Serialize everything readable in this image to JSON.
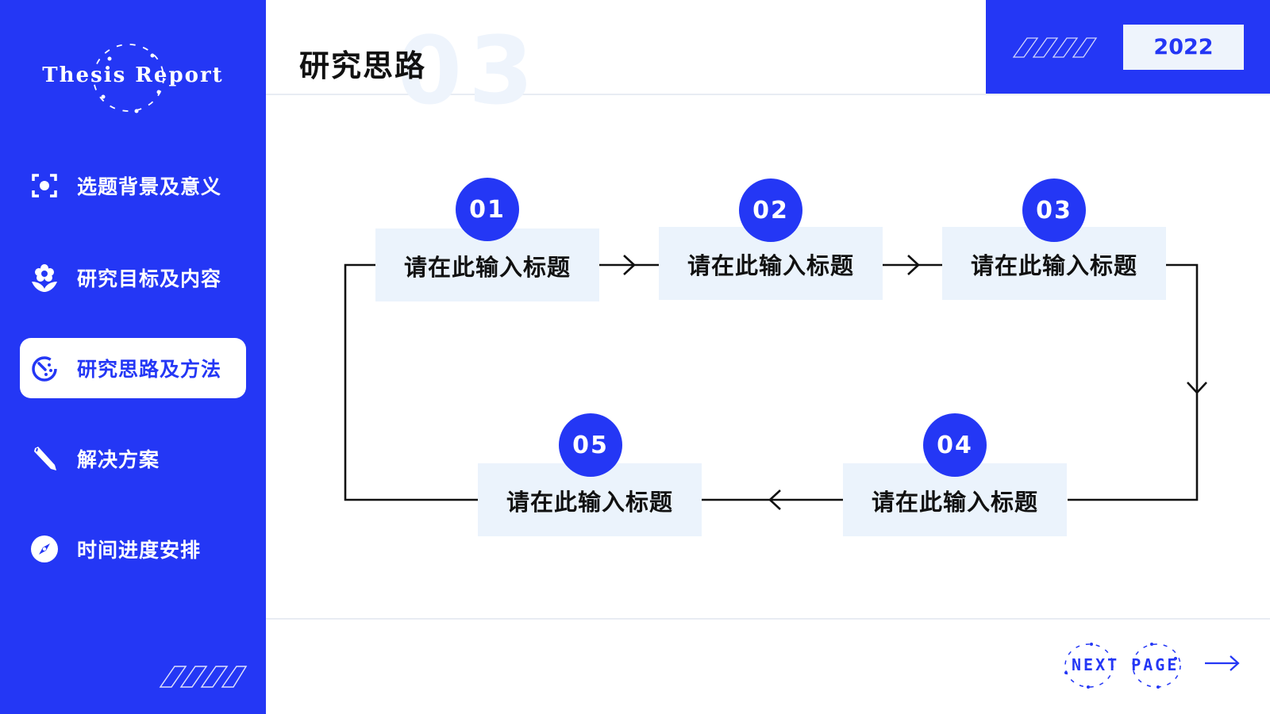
{
  "sidebar": {
    "logo_text": "Thesis Report",
    "items": [
      {
        "label": "选题背景及意义",
        "icon": "focus-icon"
      },
      {
        "label": "研究目标及内容",
        "icon": "flower-icon"
      },
      {
        "label": "研究思路及方法",
        "icon": "timer-icon",
        "active": true
      },
      {
        "label": "解决方案",
        "icon": "pencil-icon"
      },
      {
        "label": "时间进度安排",
        "icon": "compass-icon"
      }
    ]
  },
  "header": {
    "title": "研究思路",
    "background_number": "03",
    "year": "2022"
  },
  "flow": {
    "steps": [
      {
        "number": "01",
        "label": "请在此输入标题"
      },
      {
        "number": "02",
        "label": "请在此输入标题"
      },
      {
        "number": "03",
        "label": "请在此输入标题"
      },
      {
        "number": "04",
        "label": "请在此输入标题"
      },
      {
        "number": "05",
        "label": "请在此输入标题"
      }
    ]
  },
  "footer": {
    "next_label": "NEXT PAGE"
  },
  "colors": {
    "accent": "#2437f5",
    "box_bg": "#ebf3fc",
    "text": "#111111"
  }
}
